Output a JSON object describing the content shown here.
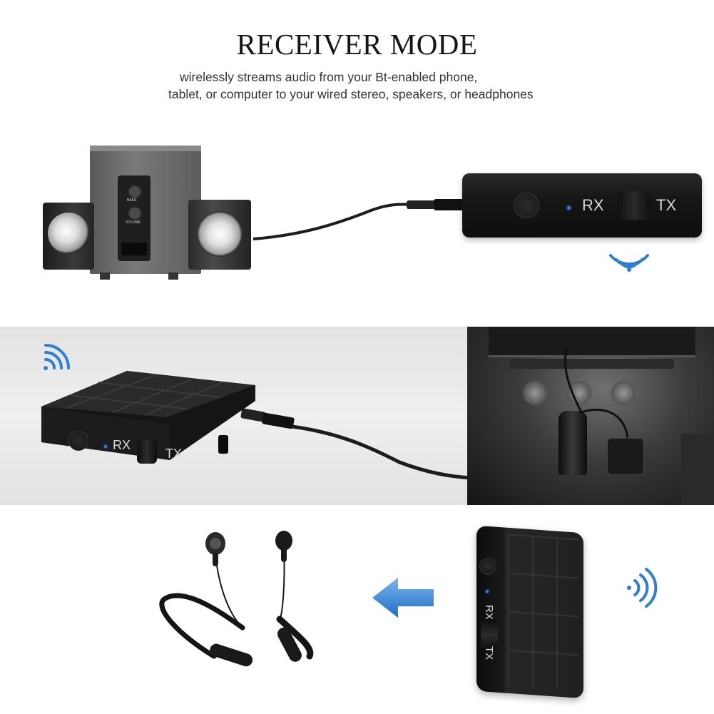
{
  "header": {
    "title": "RECEIVER MODE",
    "subtitle_line1": "wirelessly streams audio from your Bt-enabled phone,",
    "subtitle_line2": "tablet, or computer to your wired stereo, speakers, or headphones"
  },
  "speaker_labels": {
    "bass": "BASS",
    "volume": "VOLUME"
  },
  "device_labels": {
    "rx": "RX",
    "tx": "TX"
  },
  "colors": {
    "signal_blue": "#2f7fd1",
    "arrow_blue": "#2a7fd6",
    "device_black": "#1b1b1b",
    "band_gray": "#e8e8e8"
  },
  "icons": [
    "wireless-signal-icon",
    "arrow-left-icon",
    "power-button-icon"
  ]
}
